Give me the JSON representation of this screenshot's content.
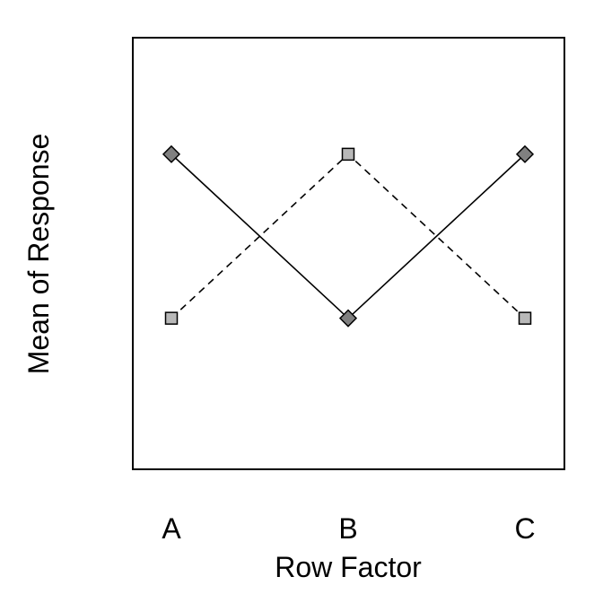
{
  "chart_data": {
    "type": "line",
    "title": "",
    "xlabel": "Row Factor",
    "ylabel": "Mean of Response",
    "categories": [
      "A",
      "B",
      "C"
    ],
    "ylim": [
      0,
      1
    ],
    "grid": false,
    "legend": "none",
    "series": [
      {
        "values": [
          0.73,
          0.35,
          0.73
        ],
        "line_style": "solid",
        "marker": "diamond",
        "marker_fill": "#808080"
      },
      {
        "values": [
          0.35,
          0.73,
          0.35
        ],
        "line_style": "dashed",
        "marker": "square",
        "marker_fill": "#b8b8b8"
      }
    ]
  }
}
